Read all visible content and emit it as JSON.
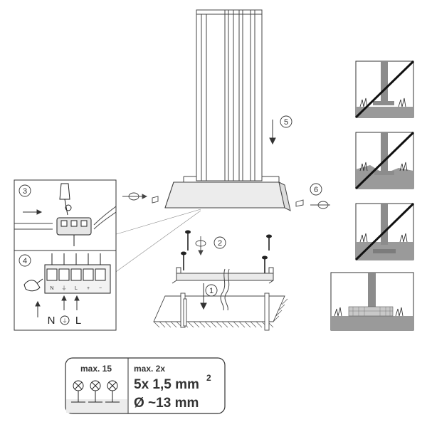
{
  "steps": {
    "step_1": "1",
    "step_2": "2",
    "step_3": "3",
    "step_4": "4",
    "step_5": "5",
    "step_6": "6"
  },
  "wiring": {
    "terminal_labels": [
      "N",
      "⏚",
      "L",
      "+",
      "−"
    ],
    "supply_labels": [
      "N",
      "⏚",
      "L"
    ]
  },
  "spec_box": {
    "lamps_label": "max. 15",
    "cable_label": "max. 2x",
    "cable_cross_section": "5x 1,5 mm",
    "cable_cross_section_exponent": "2",
    "cable_diameter": "Ø ~13 mm"
  },
  "mounting_options": [
    {
      "id": "option-1",
      "status": "not-allowed"
    },
    {
      "id": "option-2",
      "status": "not-allowed"
    },
    {
      "id": "option-3",
      "status": "not-allowed"
    },
    {
      "id": "option-4",
      "status": "recommended"
    }
  ]
}
